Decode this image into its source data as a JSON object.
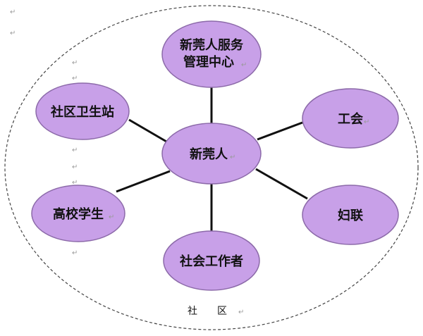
{
  "diagram": {
    "boundary_label": "社　　区",
    "center": {
      "label": "新莞人"
    },
    "nodes": [
      {
        "id": "service-center",
        "lines": [
          "新莞人服务",
          "管理中心"
        ]
      },
      {
        "id": "health-station",
        "lines": [
          "社区卫生站"
        ]
      },
      {
        "id": "trade-union",
        "lines": [
          "工会"
        ]
      },
      {
        "id": "university-students",
        "lines": [
          "高校学生"
        ]
      },
      {
        "id": "womens-federation",
        "lines": [
          "妇联"
        ]
      },
      {
        "id": "social-workers",
        "lines": [
          "社会工作者"
        ]
      }
    ],
    "paragraph_mark": "↵"
  },
  "colors": {
    "node_fill": "#c8a0e8",
    "node_stroke": "#8c6aa9",
    "connector": "#111111",
    "boundary": "#444444"
  }
}
